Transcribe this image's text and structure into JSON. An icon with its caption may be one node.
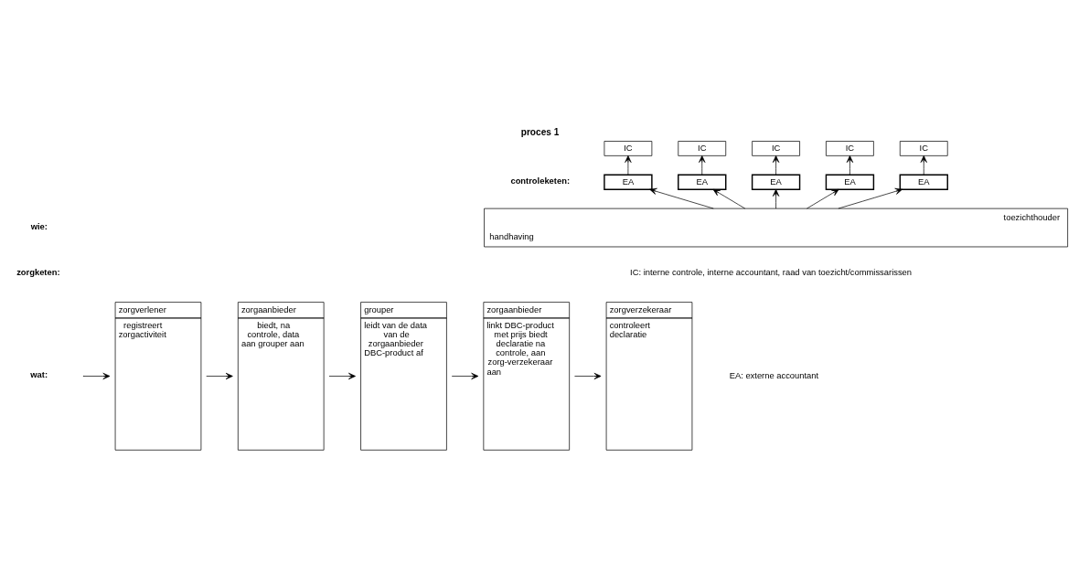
{
  "diagram": {
    "title": "proces 1",
    "nodes": [
      {
        "text": [
          "zorgverlener",
          "registreert zorgactiviteit"
        ]
      },
      {
        "text": [
          "zorgaanbieder",
          "biedt, na controle, data aan grouper aan"
        ]
      },
      {
        "text": [
          "grouper",
          "leidt van de data van de zorgaanbieder DBC-product af"
        ]
      },
      {
        "text": [
          "zorgaanbieder",
          "linkt DBC-product met prijs biedt declaratie na controle, aan zorg-verzekeraar aan"
        ]
      },
      {
        "text": [
          "zorgverzekeraar",
          "controleert declaratie"
        ]
      },
      {
        "text": [
          "IC"
        ]
      },
      {
        "text": [
          "IC"
        ]
      },
      {
        "text": [
          "IC"
        ]
      },
      {
        "text": [
          "IC"
        ]
      },
      {
        "text": [
          "IC"
        ]
      },
      {
        "text": [
          "EA"
        ]
      },
      {
        "text": [
          "EA"
        ]
      },
      {
        "text": [
          "EA"
        ]
      },
      {
        "text": [
          "EA"
        ]
      },
      {
        "text": [
          "EA"
        ]
      },
      {
        "text": [
          "toezichthouder",
          "handhaving"
        ]
      }
    ],
    "edges": [
      {
        "from": null,
        "to": 0,
        "arrow": "to"
      },
      {
        "from": 0,
        "to": 1,
        "arrow": "to"
      },
      {
        "from": 1,
        "to": 2,
        "arrow": "to"
      },
      {
        "from": 2,
        "to": 3,
        "arrow": "to"
      },
      {
        "from": 3,
        "to": 4,
        "arrow": "to"
      },
      {
        "from": 10,
        "to": 5,
        "arrow": "to"
      },
      {
        "from": 11,
        "to": 6,
        "arrow": "to"
      },
      {
        "from": 12,
        "to": 7,
        "arrow": "to"
      },
      {
        "from": 13,
        "to": 8,
        "arrow": "to"
      },
      {
        "from": 14,
        "to": 9,
        "arrow": "to"
      },
      {
        "from": 15,
        "to": 10,
        "arrow": "to"
      },
      {
        "from": 15,
        "to": 11,
        "arrow": "to"
      },
      {
        "from": 15,
        "to": 12,
        "arrow": "to"
      },
      {
        "from": 15,
        "to": 13,
        "arrow": "to"
      },
      {
        "from": 15,
        "to": 14,
        "arrow": "to"
      }
    ],
    "labels": [
      "wie:",
      "zorgketen:",
      "wat:",
      "controleketen:",
      "IC: interne controle, interne accountant, raad van toezicht/commissarissen",
      "EA: externe accountant"
    ]
  }
}
